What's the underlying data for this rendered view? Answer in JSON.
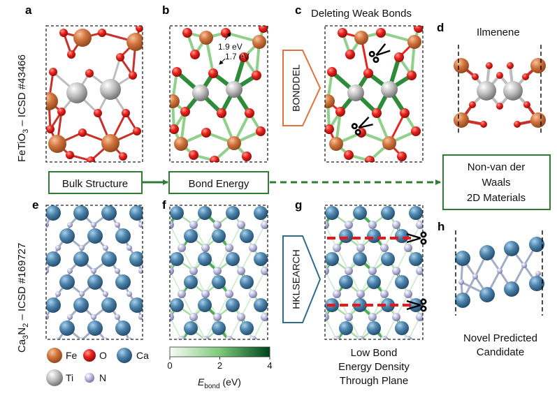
{
  "panels": {
    "a": "a",
    "b": "b",
    "c": "c",
    "d": "d",
    "e": "e",
    "f": "f",
    "g": "g",
    "h": "h"
  },
  "titles": {
    "c": "Deleting Weak Bonds",
    "d": "Ilmenene"
  },
  "row_labels": {
    "top": {
      "base": "FeTiO",
      "sub": "3",
      "rest": " – ICSD #43466"
    },
    "bottom": {
      "base1": "Ca",
      "sub1": "3",
      "base2": "N",
      "sub2": "2",
      "rest": " – ICSD #169727"
    }
  },
  "annotations": {
    "energy_high": "1.9 eV",
    "energy_low": "1.7 eV"
  },
  "methods": {
    "bonddel": "BONDDEL",
    "hklsearch": "HKLSEARCH"
  },
  "flow": {
    "bulk": "Bulk Structure",
    "bond_energy": "Bond Energy",
    "result": [
      "Non-van der",
      "Waals",
      "2D Materials"
    ]
  },
  "captions": {
    "g": [
      "Low Bond",
      "Energy Density",
      "Through Plane"
    ],
    "h": [
      "Novel Predicted",
      "Candidate"
    ]
  },
  "legend": {
    "fe": "Fe",
    "o": "O",
    "ca": "Ca",
    "ti": "Ti",
    "n": "N"
  },
  "colorbar": {
    "ticks": [
      "0",
      "2",
      "4"
    ],
    "label_main": "E",
    "label_sub": "bond",
    "label_unit": " (eV)"
  },
  "colors": {
    "fe": "#d2753f",
    "o": "#e8231e",
    "ti": "#b8b8b8",
    "ca": "#4f86ad",
    "n": "#b9b9dc",
    "dark_green": "#2e8b3a",
    "light_green": "#9ad596",
    "box_green": "#2f7d33",
    "bonddel_orange": "#e0733a",
    "hkl_blue": "#2f6b8a",
    "cut_red": "#e8171b"
  }
}
